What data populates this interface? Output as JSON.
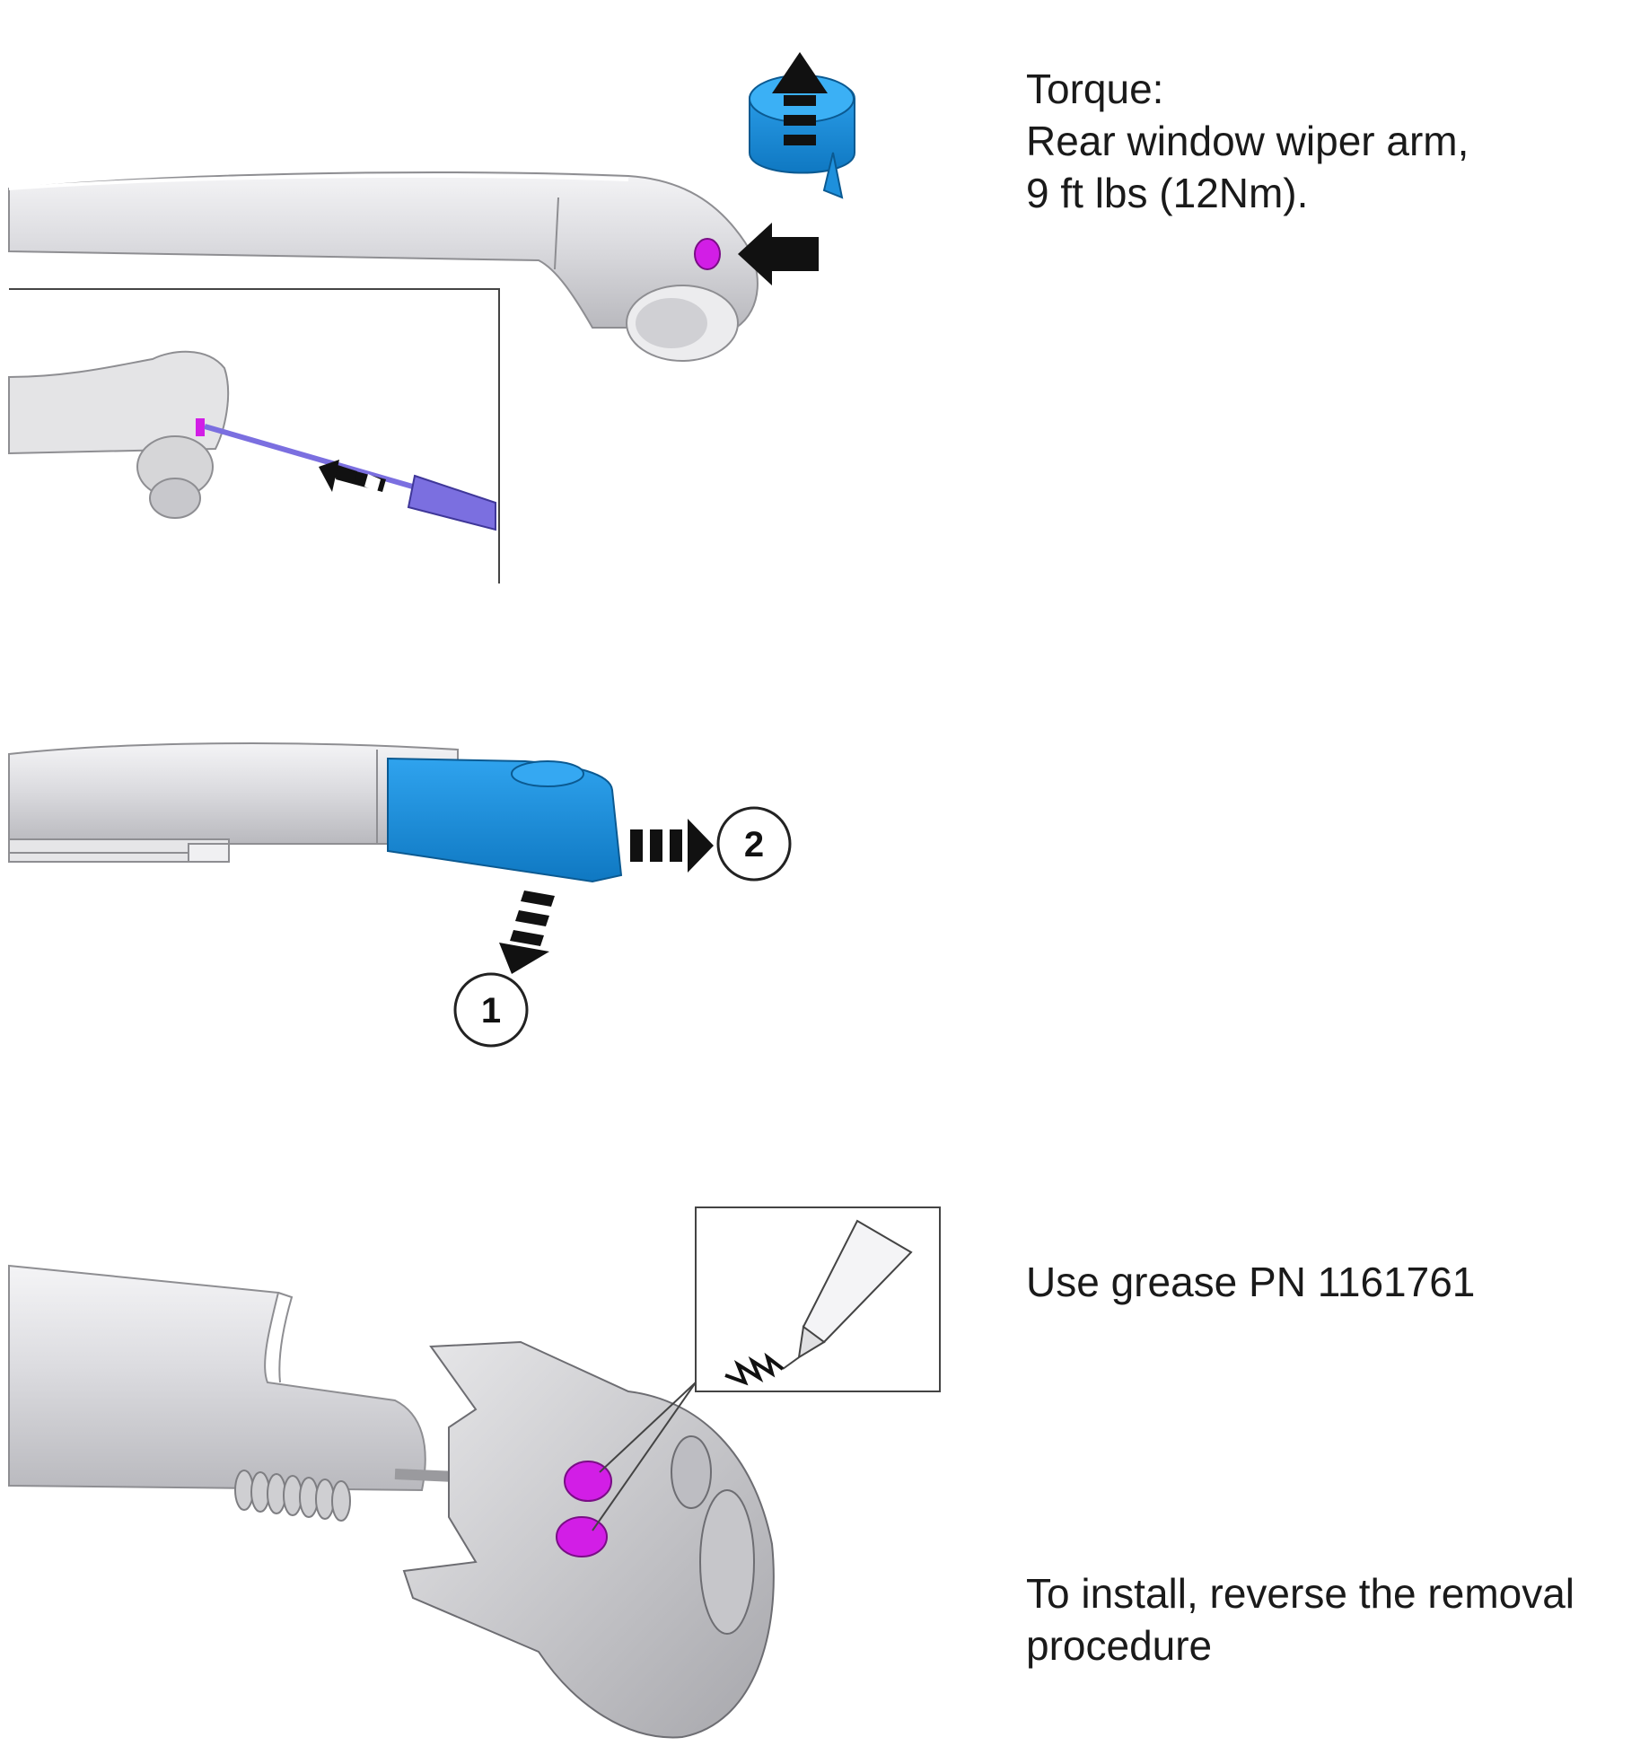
{
  "notes": {
    "torque_heading": "Torque:",
    "torque_line1": "Rear window wiper arm,",
    "torque_line2": "9 ft lbs (12Nm).",
    "grease": "Use grease PN 1161761",
    "install_line1": "To install, reverse the removal",
    "install_line2": "procedure"
  },
  "callouts": {
    "step1": "1",
    "step2": "2"
  },
  "colors": {
    "cap_blue": "#1e90dc",
    "fastener_magenta": "#d21ee6",
    "tool_purple": "#7b6fe0",
    "arm_grey": "#d9d9dc",
    "outline": "#555555"
  },
  "icons": {
    "torque_cap": "cap-removal-arrow-icon",
    "hand_tool": "screwdriver-icon",
    "grease_tube": "grease-tube-icon"
  }
}
